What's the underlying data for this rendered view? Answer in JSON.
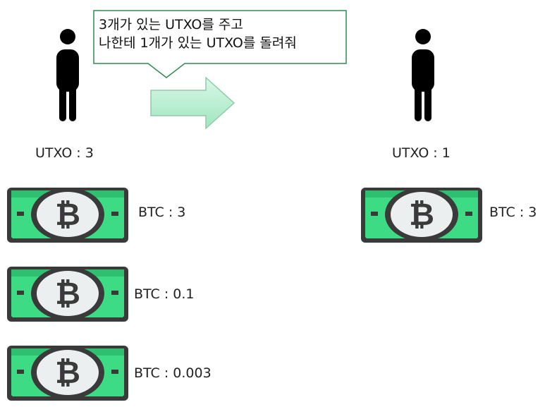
{
  "message": {
    "line1": "3개가 있는 UTXO를 주고",
    "line2": "나한테 1개가 있는 UTXO를 돌려줘"
  },
  "sender": {
    "utxo_label": "UTXO : 3",
    "coins": [
      {
        "label": "BTC : 3"
      },
      {
        "label": "BTC : 0.1"
      },
      {
        "label": "BTC : 0.003"
      }
    ]
  },
  "receiver": {
    "utxo_label": "UTXO : 1",
    "coins": [
      {
        "label": "BTC : 3"
      }
    ]
  },
  "colors": {
    "bill_green": "#3ddc84",
    "bill_outline": "#3a3a3a",
    "coin_face": "#ecefef",
    "callout_border": "#2e8b57",
    "arrow_fill": "#b8f0d2",
    "person": "#000000"
  }
}
